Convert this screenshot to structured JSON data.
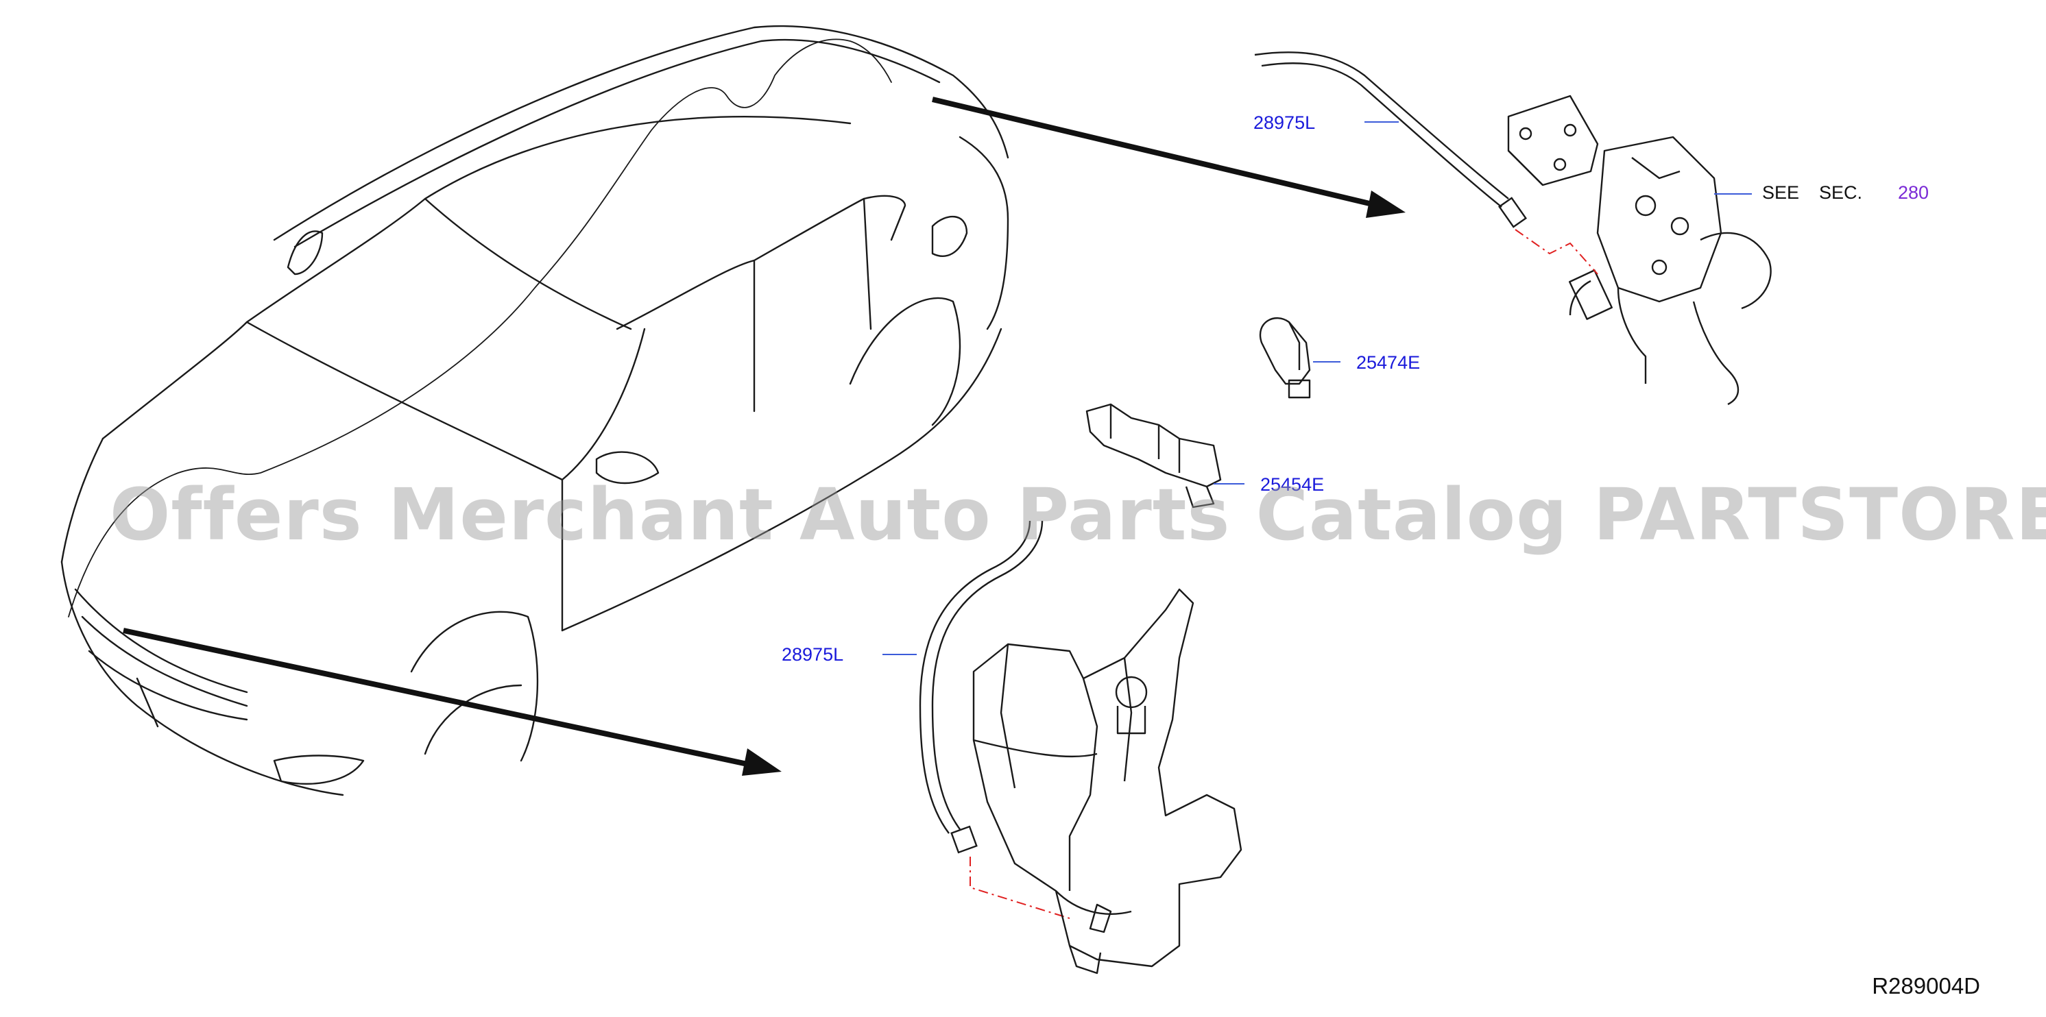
{
  "callouts": {
    "hose_upper": "28975L",
    "hose_lower": "28975L",
    "clip_a": "25474E",
    "clip_b": "25454E",
    "see_label": "SEE",
    "sec_label": "SEC.",
    "sec_number": "280"
  },
  "watermark": "Offers Merchant Auto Parts Catalog PARTSTORE.SA",
  "drawing_code": "R289004D",
  "colors": {
    "callout_text": "#1a1adb",
    "section_ref": "#7a2ad6",
    "leader": "#3b5bd9",
    "centerline": "#e02020",
    "linework": "#1a1a1a"
  }
}
